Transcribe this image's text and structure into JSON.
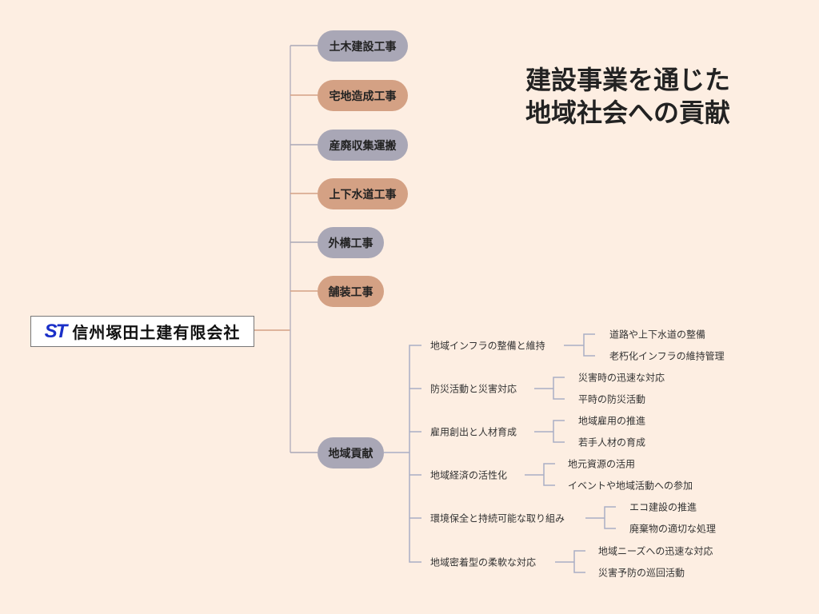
{
  "title": {
    "line1": "建設事業を通じた",
    "line2": "地域社会への貢献"
  },
  "root": {
    "logo": "ST",
    "name": "信州塚田土建有限会社"
  },
  "branches": [
    {
      "label": "土木建設工事",
      "color": "#a9a7b6"
    },
    {
      "label": "宅地造成工事",
      "color": "#d4a184"
    },
    {
      "label": "産廃収集運搬",
      "color": "#a9a7b6"
    },
    {
      "label": "上下水道工事",
      "color": "#d4a184"
    },
    {
      "label": "外構工事",
      "color": "#a9a7b6"
    },
    {
      "label": "舗装工事",
      "color": "#d4a184"
    },
    {
      "label": "地域貢献",
      "color": "#a9a7b6"
    }
  ],
  "contribution": [
    {
      "label": "地域インフラの整備と維持",
      "leaves": [
        "道路や上下水道の整備",
        "老朽化インフラの維持管理"
      ]
    },
    {
      "label": "防災活動と災害対応",
      "leaves": [
        "災害時の迅速な対応",
        "平時の防災活動"
      ]
    },
    {
      "label": "雇用創出と人材育成",
      "leaves": [
        "地域雇用の推進",
        "若手人材の育成"
      ]
    },
    {
      "label": "地域経済の活性化",
      "leaves": [
        "地元資源の活用",
        "イベントや地域活動への参加"
      ]
    },
    {
      "label": "環境保全と持続可能な取り組み",
      "leaves": [
        "エコ建設の推進",
        "廃棄物の適切な処理"
      ]
    },
    {
      "label": "地域密着型の柔軟な対応",
      "leaves": [
        "地域ニーズへの迅速な対応",
        "災害予防の巡回活動"
      ]
    }
  ]
}
